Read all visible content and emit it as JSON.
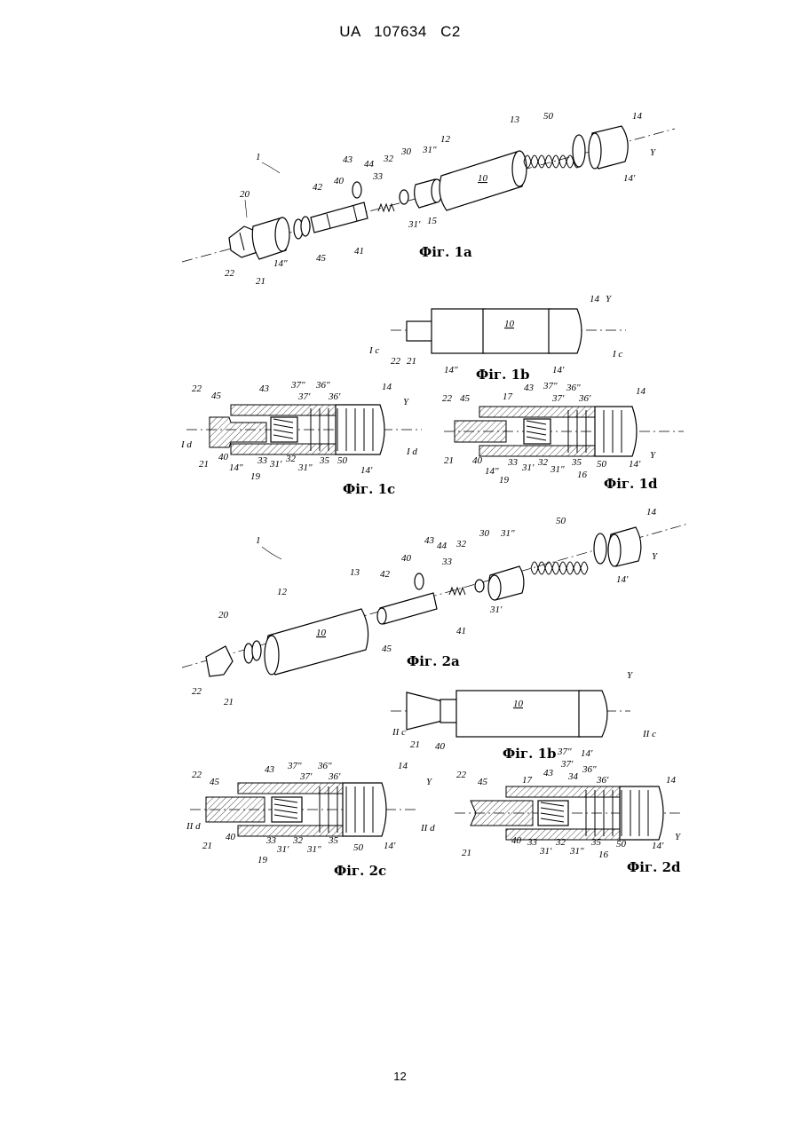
{
  "header": {
    "country": "UA",
    "number": "107634",
    "kind": "C2"
  },
  "page_number": "12",
  "figures": {
    "fig1a": {
      "caption": "Фіг. 1a",
      "labels": [
        "1",
        "20",
        "22",
        "21",
        "14\"",
        "42",
        "40",
        "43",
        "44",
        "45",
        "41",
        "33",
        "32",
        "30",
        "31\"",
        "31'",
        "15",
        "12",
        "13",
        "10",
        "50",
        "14",
        "14'",
        "Y"
      ]
    },
    "fig1b": {
      "caption": "Фіг. 1b",
      "labels": [
        "10",
        "14",
        "Y",
        "I c",
        "I c",
        "22",
        "21",
        "14\"",
        "14'"
      ]
    },
    "fig1c": {
      "caption": "Фіг. 1c",
      "labels": [
        "22",
        "45",
        "43",
        "37\"",
        "37'",
        "36\"",
        "36'",
        "14",
        "Y",
        "I d",
        "I d",
        "21",
        "40",
        "14\"",
        "19",
        "33",
        "31'",
        "32",
        "31\"",
        "35",
        "50",
        "14'"
      ]
    },
    "fig1d": {
      "caption": "Фіг. 1d",
      "labels": [
        "22",
        "45",
        "17",
        "43",
        "37\"",
        "37'",
        "36\"",
        "36'",
        "14",
        "21",
        "40",
        "14\"",
        "19",
        "33",
        "31'",
        "32",
        "31\"",
        "35",
        "16",
        "50",
        "14'",
        "Y"
      ]
    },
    "fig2a": {
      "caption": "Фіг. 2a",
      "labels": [
        "1",
        "13",
        "12",
        "20",
        "10",
        "22",
        "21",
        "42",
        "45",
        "40",
        "43",
        "44",
        "33",
        "32",
        "41",
        "30",
        "31\"",
        "31'",
        "50",
        "14",
        "14'",
        "Y"
      ]
    },
    "fig2b": {
      "caption": "Фіг. 1b",
      "labels": [
        "Y",
        "10",
        "II c",
        "II c",
        "21",
        "40",
        "14'"
      ]
    },
    "fig2c": {
      "caption": "Фіг. 2c",
      "labels": [
        "22",
        "45",
        "43",
        "37\"",
        "37'",
        "36\"",
        "36'",
        "14",
        "Y",
        "II d",
        "II d",
        "21",
        "40",
        "19",
        "33",
        "31'",
        "32",
        "31\"",
        "35",
        "50",
        "14'"
      ]
    },
    "fig2d": {
      "caption": "Фіг. 2d",
      "labels": [
        "22",
        "45",
        "17",
        "43",
        "37\"",
        "37'",
        "34",
        "36\"",
        "36'",
        "14",
        "21",
        "40",
        "33",
        "31'",
        "32",
        "31\"",
        "35",
        "16",
        "50",
        "14'",
        "Y"
      ]
    }
  }
}
